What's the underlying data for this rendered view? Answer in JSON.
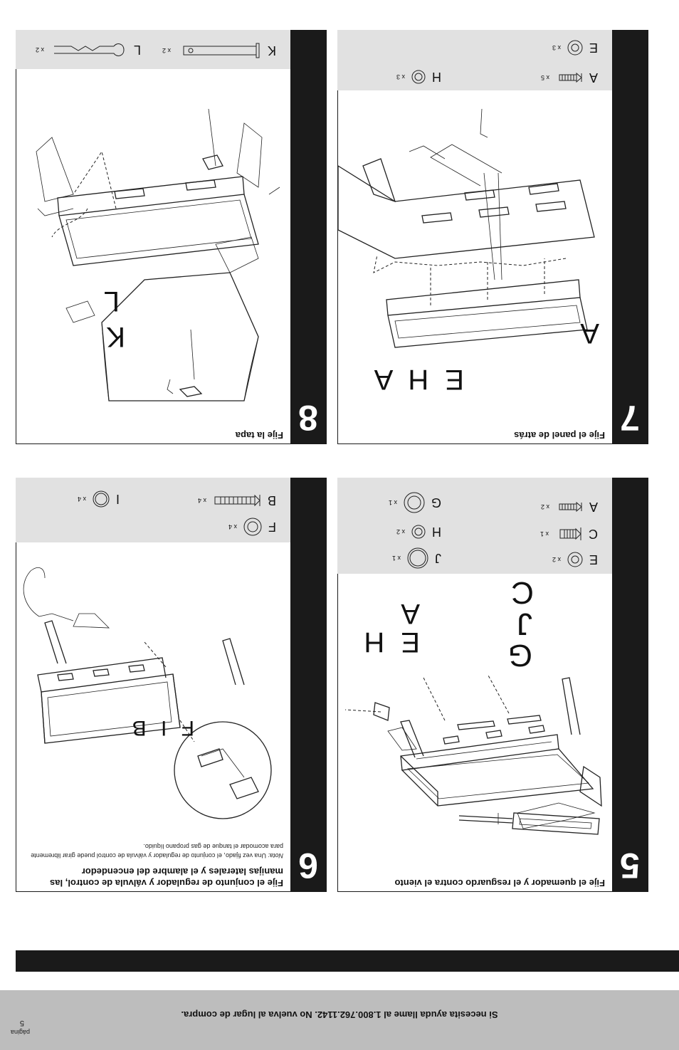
{
  "footer": {
    "help_text": "Si necesita ayuda llame al 1.800.762.1142. No vuelva al lugar de compra.",
    "page_label": "página",
    "page_number": "5"
  },
  "steps": [
    {
      "number": "5",
      "title": "Fije el quemador y el resguardo contra el viento",
      "parts": [
        {
          "letter": "A",
          "qty": "x 2",
          "icon": "screw-icon"
        },
        {
          "letter": "C",
          "qty": "x 1",
          "icon": "bolt-icon"
        },
        {
          "letter": "E",
          "qty": "x 2",
          "icon": "washer-icon"
        },
        {
          "letter": "G",
          "qty": "x 1",
          "icon": "washer-icon"
        },
        {
          "letter": "H",
          "qty": "x 2",
          "icon": "lock-washer-icon"
        },
        {
          "letter": "J",
          "qty": "x 1",
          "icon": "ring-icon"
        }
      ],
      "callouts": [
        "E H A",
        "C",
        "J",
        "G"
      ]
    },
    {
      "number": "6",
      "title": "Fije el conjunto de regulador y válvula de control, las manijas laterales y el alambre del encendedor",
      "note_label": "Nota:",
      "note": "Una vez fijado, el conjunto de regulador y válvula de control puede girar libremente para acomodar el tanque de gas propano líquido.",
      "parts": [
        {
          "letter": "B",
          "qty": "x 4",
          "icon": "bolt-icon"
        },
        {
          "letter": "F",
          "qty": "x 4",
          "icon": "washer-icon"
        },
        {
          "letter": "I",
          "qty": "x 4",
          "icon": "ring-icon"
        }
      ],
      "callouts": [
        "F I B"
      ]
    },
    {
      "number": "7",
      "title": "Fije el panel de atrás",
      "parts": [
        {
          "letter": "A",
          "qty": "x 5",
          "icon": "screw-icon"
        },
        {
          "letter": "E",
          "qty": "x 3",
          "icon": "washer-icon"
        },
        {
          "letter": "H",
          "qty": "x 3",
          "icon": "lock-washer-icon"
        }
      ],
      "callouts": [
        "E H A",
        "A"
      ]
    },
    {
      "number": "8",
      "title": "Fije la tapa",
      "parts": [
        {
          "letter": "K",
          "qty": "x 2",
          "icon": "pin-icon"
        },
        {
          "letter": "L",
          "qty": "x 2",
          "icon": "hitch-pin-icon"
        }
      ],
      "callouts": [
        "K",
        "L"
      ]
    }
  ]
}
